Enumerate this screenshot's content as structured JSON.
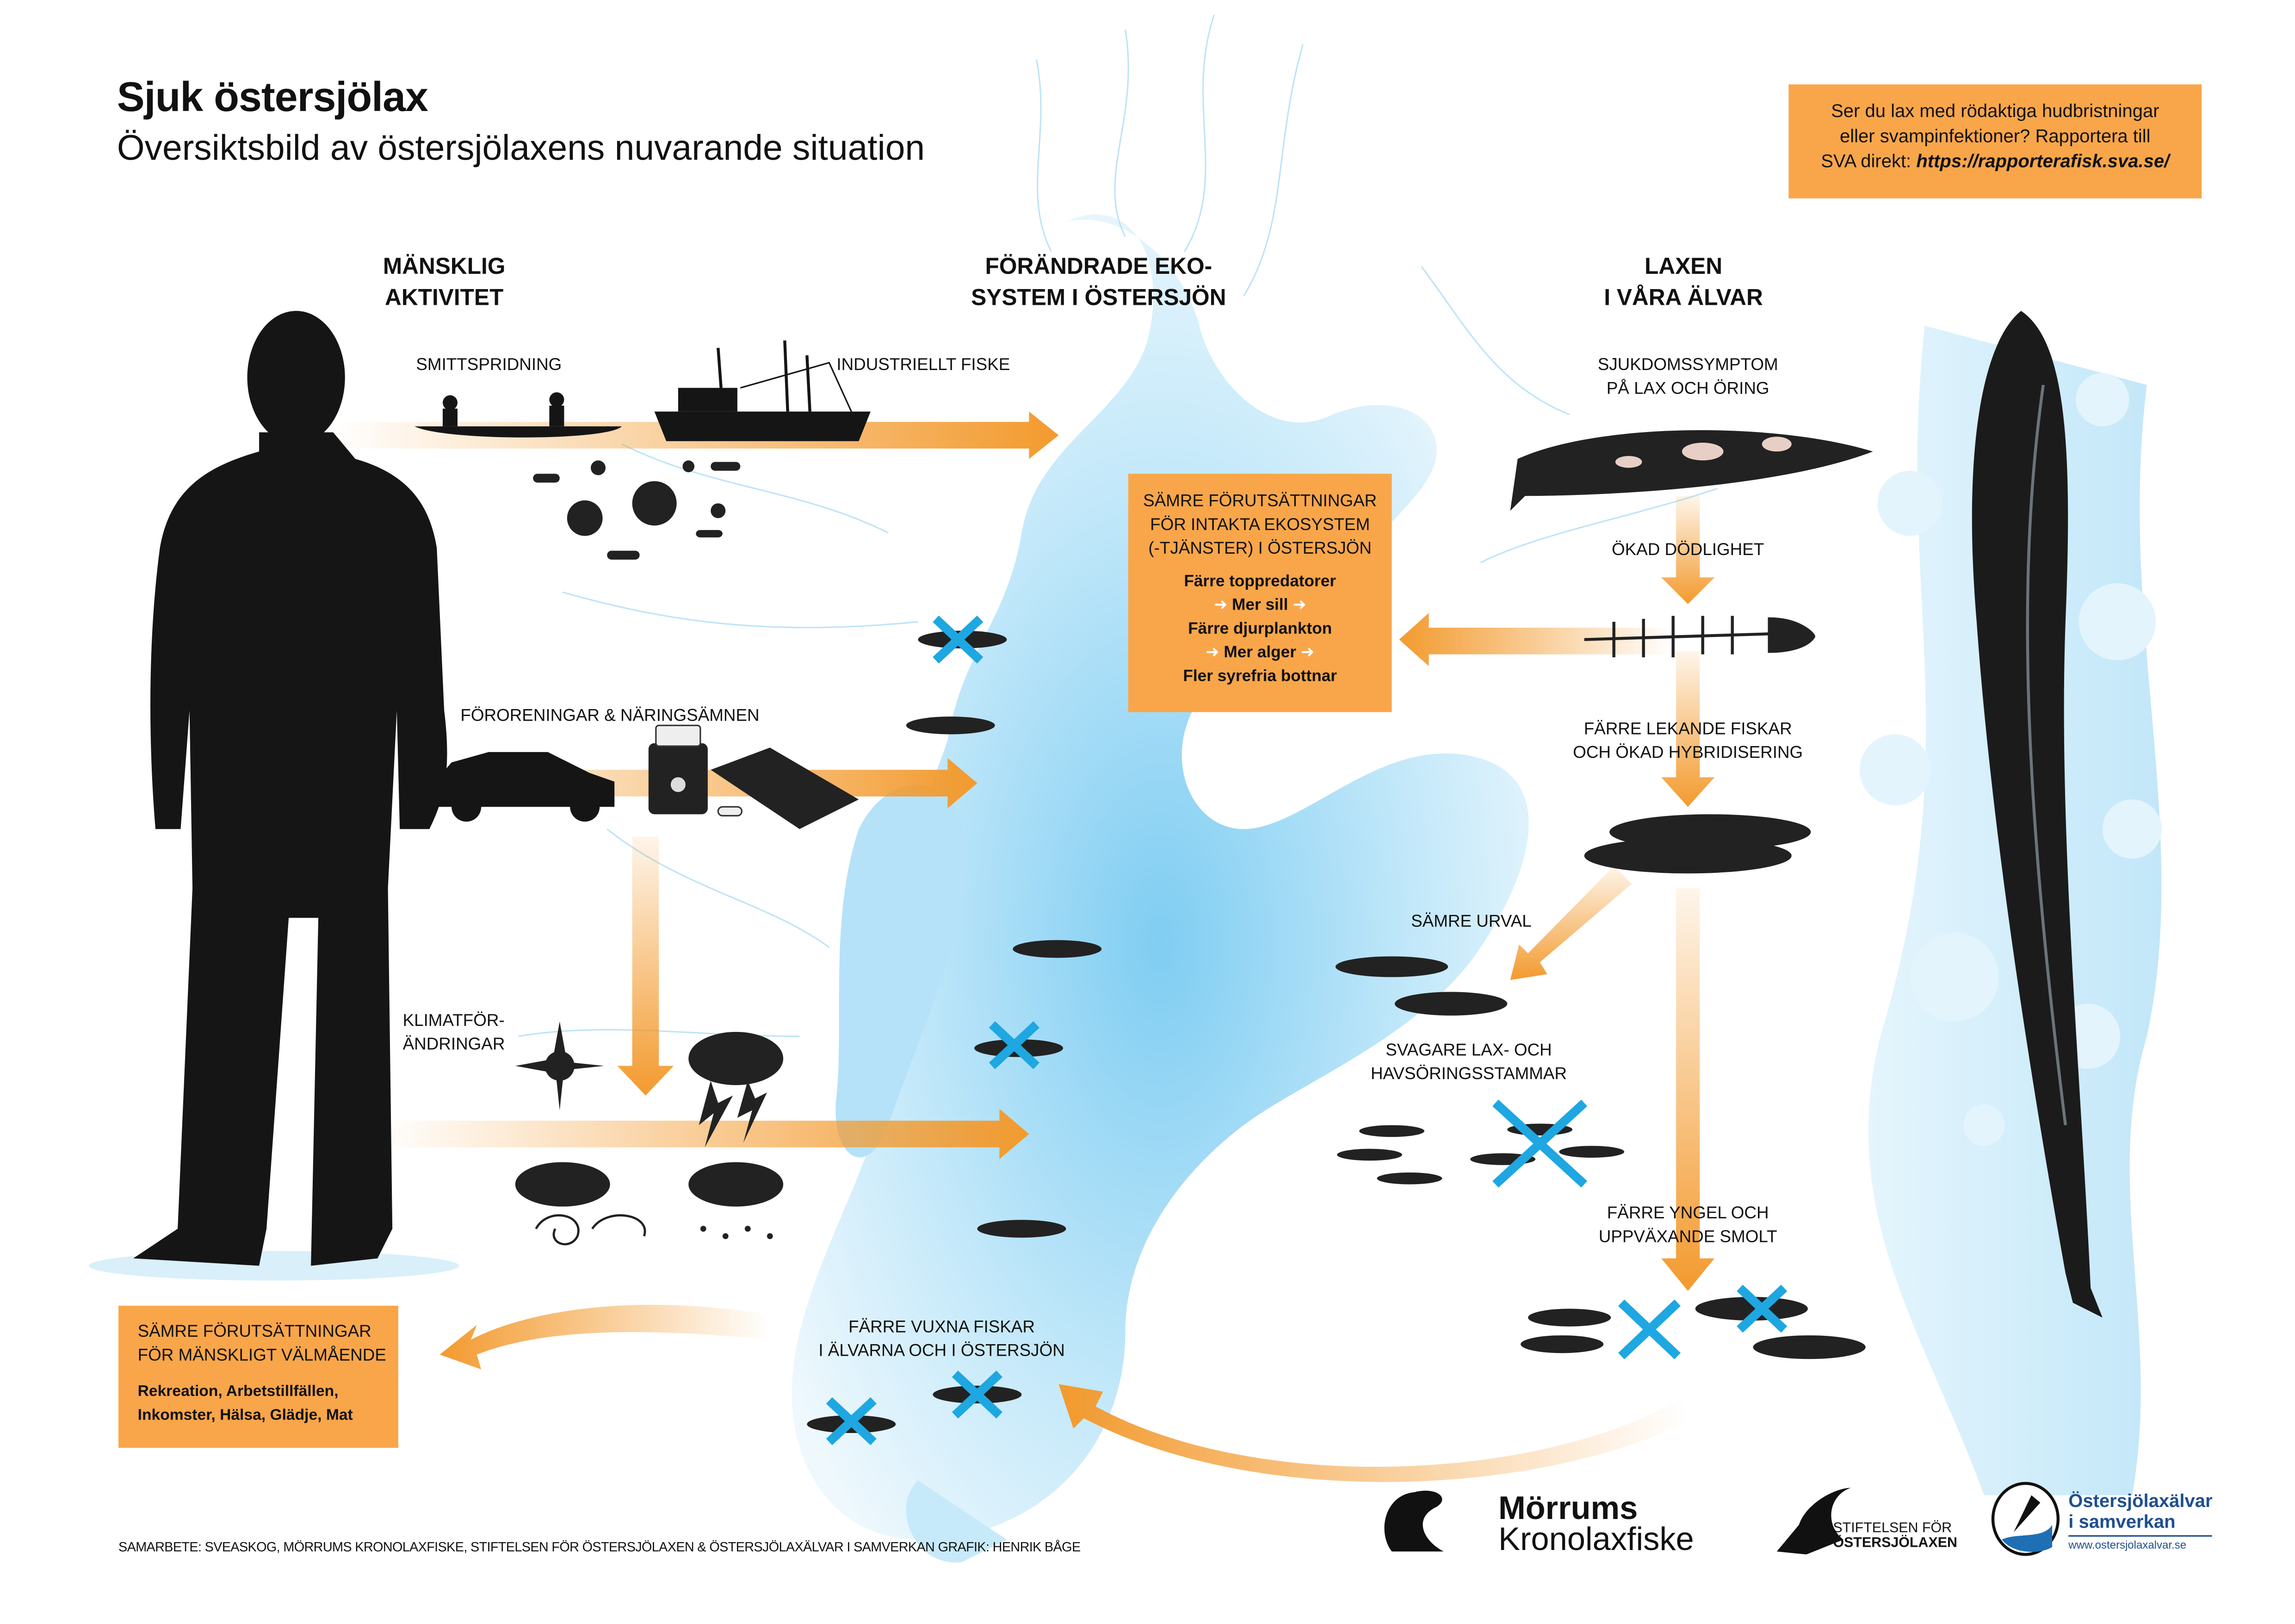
{
  "header": {
    "title": "Sjuk östersjölax",
    "subtitle": "Översiktsbild av östersjölaxens nuvarande situation"
  },
  "report_box": {
    "line1": "Ser du lax med rödaktiga hudbristningar",
    "line2": "eller svampinfektioner? Rapportera till",
    "line3_prefix": "SVA direkt: ",
    "link": "https://rapporterafisk.sva.se/"
  },
  "columns": {
    "human": [
      "MÄNSKLIG",
      "AKTIVITET"
    ],
    "ecosystem": [
      "FÖRÄNDRADE EKO-",
      "SYSTEM I ÖSTERSJÖN"
    ],
    "salmon": [
      "LAXEN",
      "I VÅRA ÄLVAR"
    ]
  },
  "labels": {
    "smittspridning": "SMITTSPRIDNING",
    "industriellt_fiske": "INDUSTRIELLT FISKE",
    "fororeningar": "FÖRORENINGAR & NÄRINGSÄMNEN",
    "klimat": [
      "KLIMATFÖR-",
      "ÄNDRINGAR"
    ],
    "sjukdom": [
      "SJUKDOMSSYMPTOM",
      "PÅ LAX OCH ÖRING"
    ],
    "dodlighet": "ÖKAD DÖDLIGHET",
    "lekande": [
      "FÄRRE LEKANDE FISKAR",
      "OCH ÖKAD HYBRIDISERING"
    ],
    "urval": "SÄMRE URVAL",
    "svagare": [
      "SVAGARE LAX- OCH",
      "HAVSÖRINGSSTAMMAR"
    ],
    "yngel": [
      "FÄRRE YNGEL OCH",
      "UPPVÄXANDE SMOLT"
    ],
    "vuxna": [
      "FÄRRE VUXNA FISKAR",
      "I ÄLVARNA OCH I ÖSTERSJÖN"
    ]
  },
  "ecosystem_box": {
    "heading": [
      "SÄMRE FÖRUTSÄTTNINGAR",
      "FÖR INTAKTA EKOSYSTEM",
      "(-TJÄNSTER) I ÖSTERSJÖN"
    ],
    "chain": [
      "Färre toppredatorer",
      "Mer sill",
      "Färre djurplankton",
      "Mer alger",
      "Fler syrefria bottnar"
    ]
  },
  "wellbeing_box": {
    "heading": [
      "SÄMRE FÖRUTSÄTTNINGAR",
      "FÖR MÄNSKLIGT VÄLMÅENDE"
    ],
    "items": [
      "Rekreation, Arbetstillfällen,",
      "Inkomster, Hälsa, Glädje, Mat"
    ]
  },
  "footer": {
    "credits": "SAMARBETE: SVEASKOG, MÖRRUMS KRONOLAXFISKE, STIFTELSEN FÖR ÖSTERSJÖLAXEN & ÖSTERSJÖLAXÄLVAR I SAMVERKAN   GRAFIK: HENRIK BÅGE"
  },
  "logos": {
    "morrums": [
      "Mörrums",
      "Kronolaxfiske"
    ],
    "stiftelsen": [
      "STIFTELSEN FÖR",
      "ÖSTERSJÖLAXEN"
    ],
    "alvar": [
      "Östersjölaxälvar",
      "i samverkan",
      "www.ostersjolaxalvar.se"
    ]
  },
  "colors": {
    "orange": "#f9a64a",
    "arrow": "#f39a2e",
    "water": "#8fd3f4",
    "cross": "#1ea7e1",
    "logo_blue": "#1f4f8f"
  }
}
